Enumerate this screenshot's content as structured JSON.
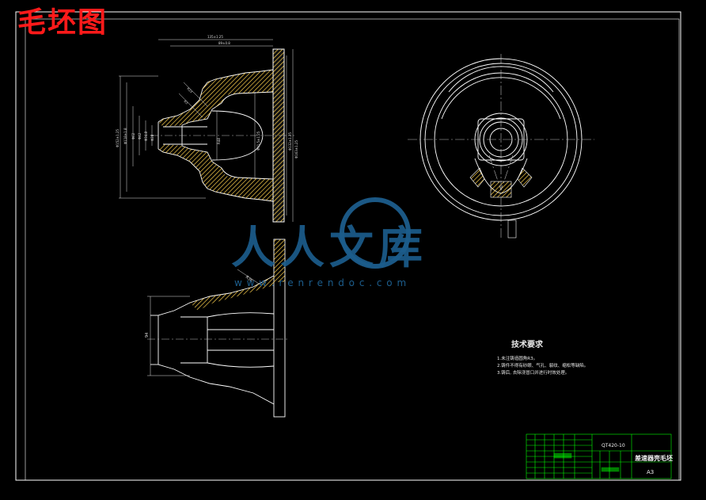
{
  "drawing": {
    "title": "毛坯图",
    "technical_requirements": {
      "heading": "技术要求",
      "lines": [
        "1.未注铸造圆角R3。",
        "2.铸件不得有砂眼、气孔、裂纹、缩松等缺陷。",
        "3.铸后, 去除浇冒口并进行时效处理。"
      ]
    },
    "title_block": {
      "part_code": "QT420-10",
      "part_name": "差速器壳毛坯",
      "sheet": "A3"
    }
  },
  "watermark": {
    "text": "人人文库",
    "url": "w w w . r e n r e n d o c . c o m"
  },
  "colors": {
    "background": "#000000",
    "lines": "#ffffff",
    "title": "#ff1a1a",
    "dims": "#e0e0e0",
    "hatch": "#ffd24d",
    "grid": "#00ff00",
    "watermark": "#1c5d8c"
  }
}
